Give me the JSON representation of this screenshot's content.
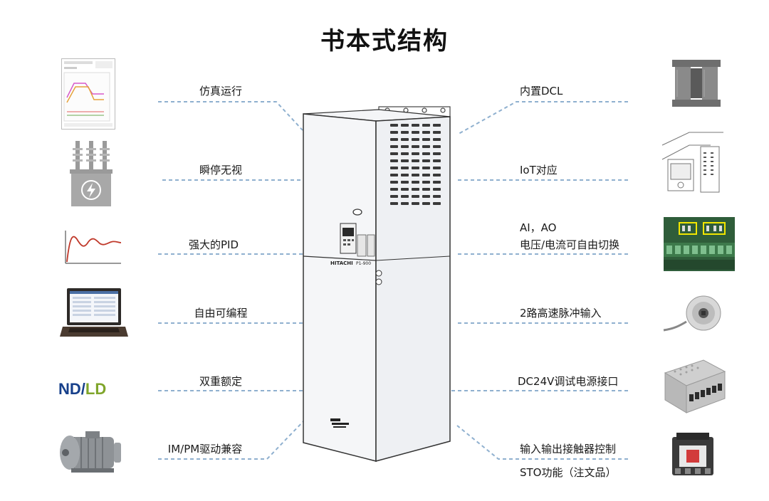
{
  "title": "书本式结构",
  "left_features": [
    {
      "label": "仿真运行",
      "icon": "simulation-graph-icon"
    },
    {
      "label": "瞬停无视",
      "icon": "transformer-icon"
    },
    {
      "label": "强大的PID",
      "icon": "pid-response-icon"
    },
    {
      "label": "自由可编程",
      "icon": "laptop-icon"
    },
    {
      "label": "双重额定",
      "icon": "nd-ld-logo"
    },
    {
      "label": "IM/PM驱动兼容",
      "icon": "motor-icon"
    }
  ],
  "right_features": [
    {
      "label": "内置DCL",
      "icon": "reactor-icon"
    },
    {
      "label": "IoT对应",
      "icon": "iot-module-icon"
    },
    {
      "label": "AI，AO",
      "label2": "电压/电流可自由切换",
      "icon": "terminal-board-icon"
    },
    {
      "label": "2路高速脉冲输入",
      "icon": "encoder-icon"
    },
    {
      "label": "DC24V调试电源接口",
      "icon": "power-supply-icon"
    },
    {
      "label": "输入输出接触器控制",
      "label2": "STO功能（注文品）",
      "icon": "contactor-icon"
    }
  ],
  "ndld": {
    "nd": "ND",
    "slash": "/",
    "ld": "LD"
  },
  "cabinet": {
    "brand": "HITACHI",
    "model": "P1-900",
    "icon": "inverter-cabinet-icon"
  },
  "colors": {
    "line": "#8fb0cf",
    "title": "#111111",
    "nd": "#17408b",
    "ld": "#7fa52b"
  }
}
